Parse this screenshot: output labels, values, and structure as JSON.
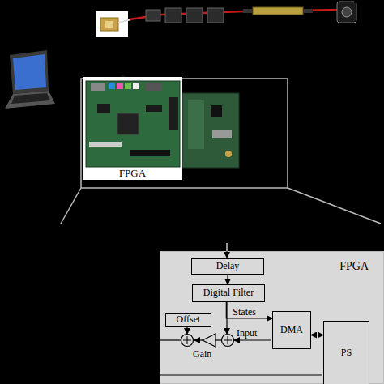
{
  "diagram": {
    "nodes": [
      {
        "text": [
          "FPGA"
        ]
      },
      {
        "text": [
          "FPGA"
        ]
      },
      {
        "text": [
          "Delay"
        ],
        "in": 1
      },
      {
        "text": [
          "Digital Filter"
        ],
        "in": 1
      },
      {
        "text": [
          "Offset"
        ],
        "in": 1
      },
      {
        "text": [
          "DMA"
        ],
        "in": 1
      },
      {
        "text": [
          "PS"
        ],
        "in": 1
      }
    ],
    "edges": [
      {
        "from": 2,
        "to": 3,
        "arrow": "to"
      },
      {
        "from": 3,
        "to": 5,
        "label": "States",
        "arrow": "to"
      },
      {
        "from": 5,
        "to": 6,
        "arrow": "both"
      }
    ],
    "labels": [
      "Input",
      "Gain"
    ]
  }
}
